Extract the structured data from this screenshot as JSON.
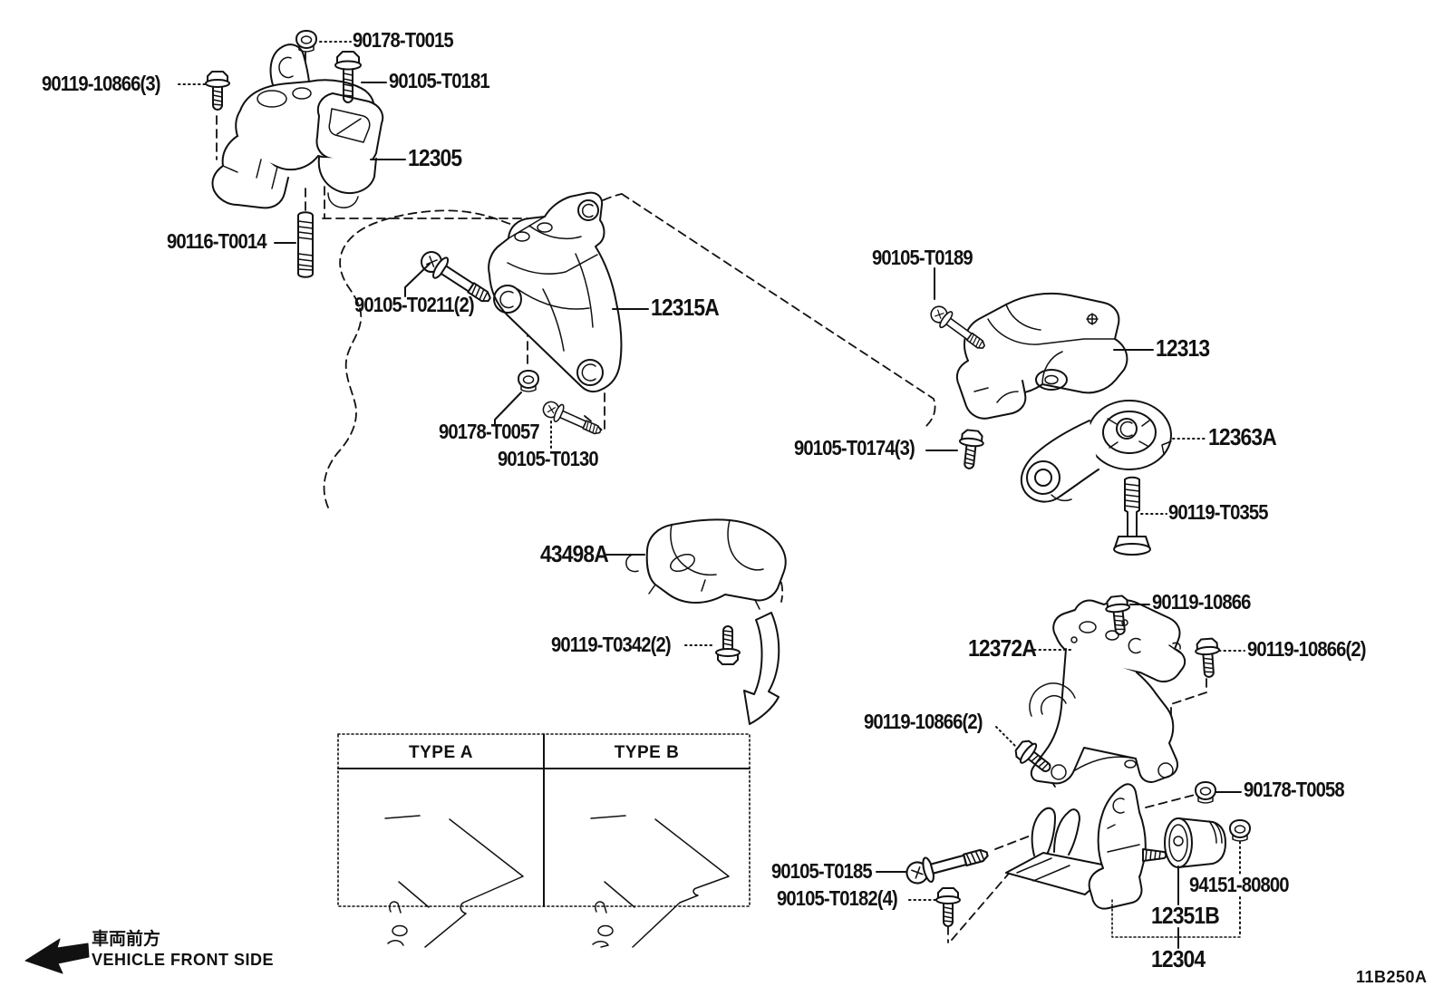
{
  "diagram": {
    "code": "11B250A",
    "front_note": {
      "jp": "車両前方",
      "en": "VEHICLE FRONT SIDE"
    },
    "type_table": {
      "headers": [
        "TYPE A",
        "TYPE B"
      ]
    },
    "labels": [
      {
        "id": "90178-T0015",
        "text": "90178-T0015"
      },
      {
        "id": "90119-10866-3",
        "text": "90119-10866(3)"
      },
      {
        "id": "90105-T0181",
        "text": "90105-T0181"
      },
      {
        "id": "12305",
        "text": "12305"
      },
      {
        "id": "90116-T0014",
        "text": "90116-T0014"
      },
      {
        "id": "90105-T0211-2",
        "text": "90105-T0211(2)"
      },
      {
        "id": "12315A",
        "text": "12315A"
      },
      {
        "id": "90178-T0057",
        "text": "90178-T0057"
      },
      {
        "id": "90105-T0130",
        "text": "90105-T0130"
      },
      {
        "id": "90105-T0189",
        "text": "90105-T0189"
      },
      {
        "id": "12313",
        "text": "12313"
      },
      {
        "id": "12363A",
        "text": "12363A"
      },
      {
        "id": "90105-T0174-3",
        "text": "90105-T0174(3)"
      },
      {
        "id": "90119-T0355",
        "text": "90119-T0355"
      },
      {
        "id": "43498A",
        "text": "43498A"
      },
      {
        "id": "90119-T0342-2",
        "text": "90119-T0342(2)"
      },
      {
        "id": "90119-10866",
        "text": "90119-10866"
      },
      {
        "id": "12372A",
        "text": "12372A"
      },
      {
        "id": "90119-10866-2-right",
        "text": "90119-10866(2)"
      },
      {
        "id": "90119-10866-2-left",
        "text": "90119-10866(2)"
      },
      {
        "id": "90178-T0058",
        "text": "90178-T0058"
      },
      {
        "id": "90105-T0185",
        "text": "90105-T0185"
      },
      {
        "id": "90105-T0182-4",
        "text": "90105-T0182(4)"
      },
      {
        "id": "94151-80800",
        "text": "94151-80800"
      },
      {
        "id": "12351B",
        "text": "12351B"
      },
      {
        "id": "12304",
        "text": "12304"
      }
    ]
  }
}
